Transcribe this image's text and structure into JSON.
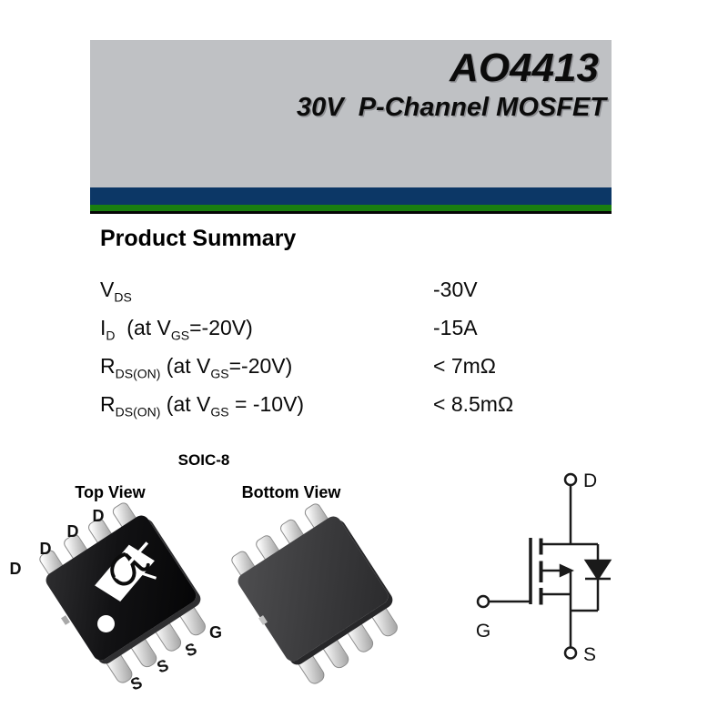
{
  "header": {
    "title": "AO4413",
    "subtitle": "30V  P-Channel MOSFET"
  },
  "colors": {
    "header_bg": "#bfc1c4",
    "bar_blue": "#0c3766",
    "bar_green": "#1a7f10"
  },
  "summary": {
    "heading": "Product Summary",
    "rows": [
      {
        "parts": [
          {
            "t": "V"
          },
          {
            "s": "DS"
          }
        ],
        "value": "-30V"
      },
      {
        "parts": [
          {
            "t": "I"
          },
          {
            "s": "D"
          },
          {
            "t": "  (at V"
          },
          {
            "s": "GS"
          },
          {
            "t": "=-20V)"
          }
        ],
        "value": "-15A"
      },
      {
        "parts": [
          {
            "t": "R"
          },
          {
            "s": "DS(ON)"
          },
          {
            "t": " (at V"
          },
          {
            "s": "GS"
          },
          {
            "t": "=-20V)"
          }
        ],
        "value": "< 7mΩ"
      },
      {
        "parts": [
          {
            "t": "R"
          },
          {
            "s": "DS(ON)"
          },
          {
            "t": " (at V"
          },
          {
            "s": "GS"
          },
          {
            "t": " = -10V)"
          }
        ],
        "value": "< 8.5mΩ"
      }
    ]
  },
  "package": {
    "name": "SOIC-8",
    "top_view_label": "Top View",
    "bottom_view_label": "Bottom View",
    "top_pins_left": [
      "D",
      "D",
      "D",
      "D"
    ],
    "top_pins_right": [
      "S",
      "S",
      "S",
      "G"
    ]
  },
  "schematic": {
    "drain": "D",
    "gate": "G",
    "source": "S"
  }
}
